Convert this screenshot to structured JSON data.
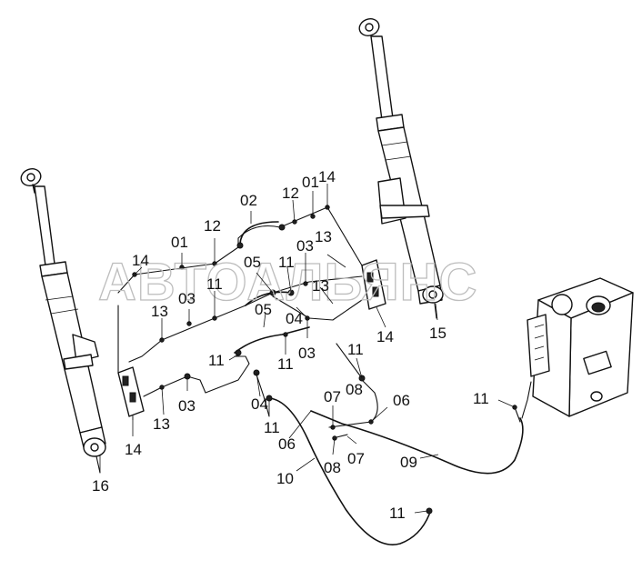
{
  "watermark": "АВТОАЛЬЯНС",
  "callouts": [
    {
      "id": "c-16",
      "text": "16"
    },
    {
      "id": "c-15",
      "text": "15"
    },
    {
      "id": "c-14a",
      "text": "14"
    },
    {
      "id": "c-14b",
      "text": "14"
    },
    {
      "id": "c-14c",
      "text": "14"
    },
    {
      "id": "c-14d",
      "text": "14"
    },
    {
      "id": "c-13a",
      "text": "13"
    },
    {
      "id": "c-13b",
      "text": "13"
    },
    {
      "id": "c-13c",
      "text": "13"
    },
    {
      "id": "c-13d",
      "text": "13"
    },
    {
      "id": "c-12a",
      "text": "12"
    },
    {
      "id": "c-12b",
      "text": "12"
    },
    {
      "id": "c-11a",
      "text": "11"
    },
    {
      "id": "c-11b",
      "text": "11"
    },
    {
      "id": "c-11c",
      "text": "11"
    },
    {
      "id": "c-11d",
      "text": "11"
    },
    {
      "id": "c-11e",
      "text": "11"
    },
    {
      "id": "c-11f",
      "text": "11"
    },
    {
      "id": "c-11g",
      "text": "11"
    },
    {
      "id": "c-11h",
      "text": "11"
    },
    {
      "id": "c-10",
      "text": "10"
    },
    {
      "id": "c-09",
      "text": "09"
    },
    {
      "id": "c-08a",
      "text": "08"
    },
    {
      "id": "c-08b",
      "text": "08"
    },
    {
      "id": "c-07a",
      "text": "07"
    },
    {
      "id": "c-07b",
      "text": "07"
    },
    {
      "id": "c-06a",
      "text": "06"
    },
    {
      "id": "c-06b",
      "text": "06"
    },
    {
      "id": "c-05a",
      "text": "05"
    },
    {
      "id": "c-05b",
      "text": "05"
    },
    {
      "id": "c-04a",
      "text": "04"
    },
    {
      "id": "c-04b",
      "text": "04"
    },
    {
      "id": "c-03a",
      "text": "03"
    },
    {
      "id": "c-03b",
      "text": "03"
    },
    {
      "id": "c-03c",
      "text": "03"
    },
    {
      "id": "c-03d",
      "text": "03"
    },
    {
      "id": "c-02",
      "text": "02"
    },
    {
      "id": "c-01a",
      "text": "01"
    },
    {
      "id": "c-01b",
      "text": "01"
    }
  ]
}
